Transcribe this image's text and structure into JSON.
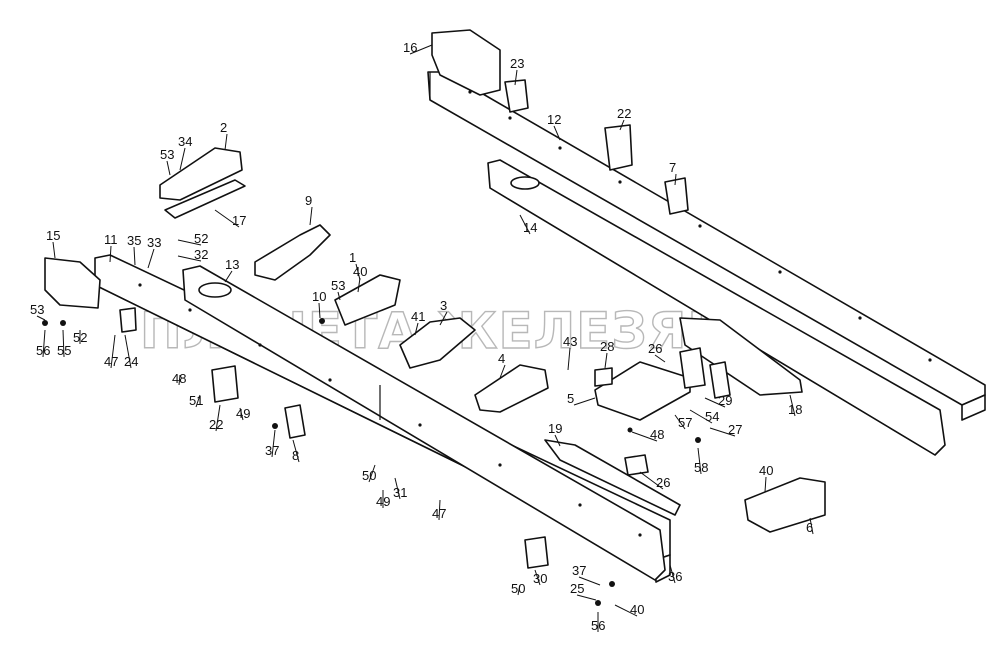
{
  "watermark": {
    "text": "ПЛАНЕТА ЖЕЛЕЗЯКА"
  },
  "colors": {
    "ink": "#111111",
    "paper": "#ffffff",
    "watermark": "#b8b8b8"
  },
  "callouts": [
    "16",
    "23",
    "12",
    "22",
    "7",
    "14",
    "18",
    "2",
    "34",
    "53",
    "17",
    "9",
    "52",
    "32",
    "15",
    "11",
    "35",
    "33",
    "13",
    "1",
    "40",
    "53",
    "10",
    "3",
    "41",
    "43",
    "28",
    "26",
    "29",
    "54",
    "57",
    "27",
    "48",
    "4",
    "5",
    "53",
    "56",
    "55",
    "52",
    "47",
    "24",
    "48",
    "51",
    "22",
    "49",
    "37",
    "8",
    "19",
    "26",
    "58",
    "50",
    "49",
    "31",
    "47",
    "40",
    "6",
    "37",
    "25",
    "30",
    "50",
    "56",
    "40",
    "36"
  ]
}
